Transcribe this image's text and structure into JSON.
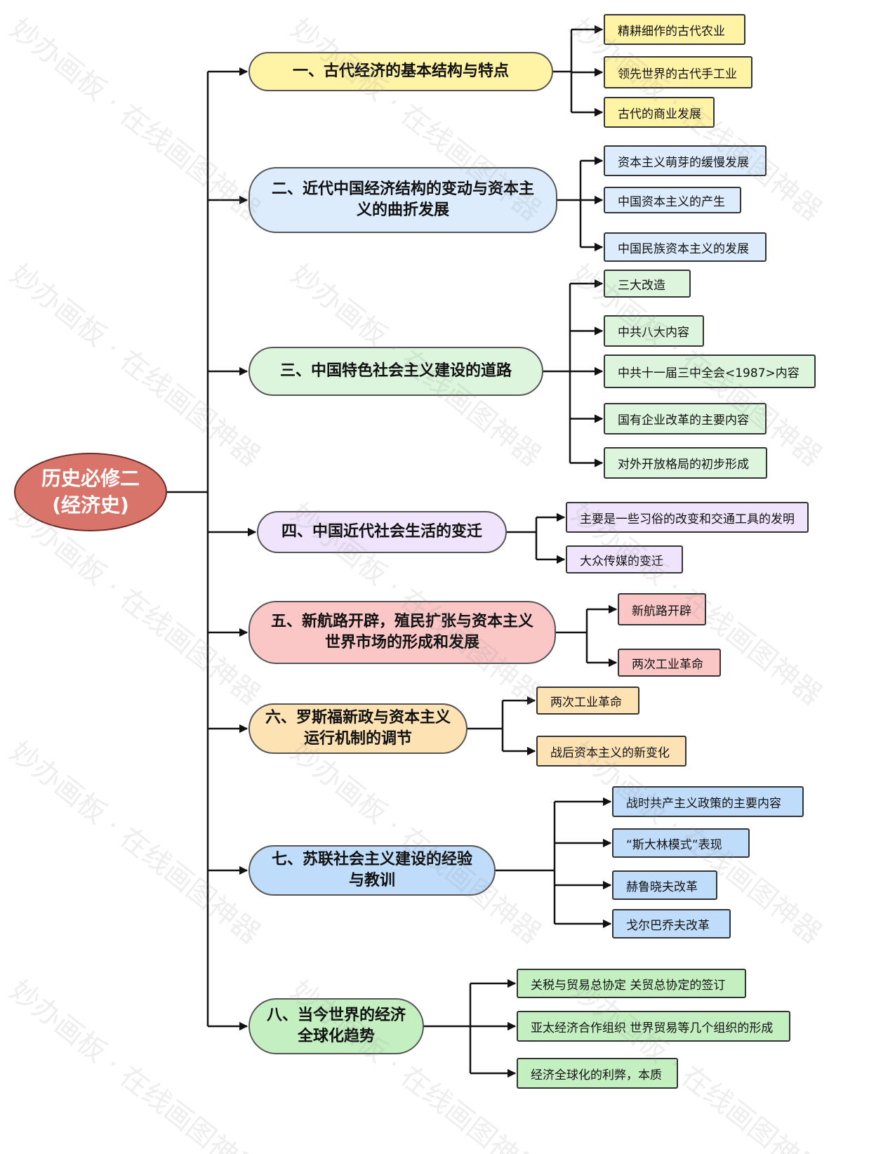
{
  "root": {
    "label": "历史必修二\n(经济史)",
    "color": "#d9746b"
  },
  "watermark": "妙办画板 · 在线画图神器",
  "branches": [
    {
      "label": "一、古代经济的基本结构与特点",
      "color": "#fff3a6",
      "leaves": [
        "精耕细作的古代农业",
        "领先世界的古代手工业",
        "古代的商业发展"
      ]
    },
    {
      "label": "二、近代中国经济结构的变动与资本主\n义的曲折发展",
      "color": "#dcecfc",
      "leaves": [
        "资本主义萌芽的缓慢发展",
        "中国资本主义的产生",
        "中国民族资本主义的发展"
      ]
    },
    {
      "label": "三、中国特色社会主义建设的道路",
      "color": "#dcf5dc",
      "leaves": [
        "三大改造",
        "中共八大内容",
        "中共十一届三中全会<1987>内容",
        "国有企业改革的主要内容",
        "对外开放格局的初步形成"
      ]
    },
    {
      "label": "四、中国近代社会生活的变迁",
      "color": "#efe4fb",
      "leaves": [
        "主要是一些习俗的改变和交通工具的发明",
        "大众传媒的变迁"
      ]
    },
    {
      "label": "五、新航路开辟，殖民扩张与资本主义\n世界市场的形成和发展",
      "color": "#fac6c6",
      "leaves": [
        "新航路开辟",
        "两次工业革命"
      ]
    },
    {
      "label": "六、罗斯福新政与资本主义\n运行机制的调节",
      "color": "#fde2b4",
      "leaves": [
        "两次工业革命",
        "战后资本主义的新变化"
      ]
    },
    {
      "label": "七、苏联社会主义建设的经验\n与教训",
      "color": "#bfdcfa",
      "leaves": [
        "战时共产主义政策的主要内容",
        "“斯大林模式”表现",
        "赫鲁晓夫改革",
        "戈尔巴乔夫改革"
      ]
    },
    {
      "label": "八、当今世界的经济\n全球化趋势",
      "color": "#c4f0c1",
      "leaves": [
        "关税与贸易总协定 关贸总协定的签订",
        "亚太经济合作组织 世界贸易等几个组织的形成",
        "经济全球化的利弊，本质"
      ]
    }
  ]
}
